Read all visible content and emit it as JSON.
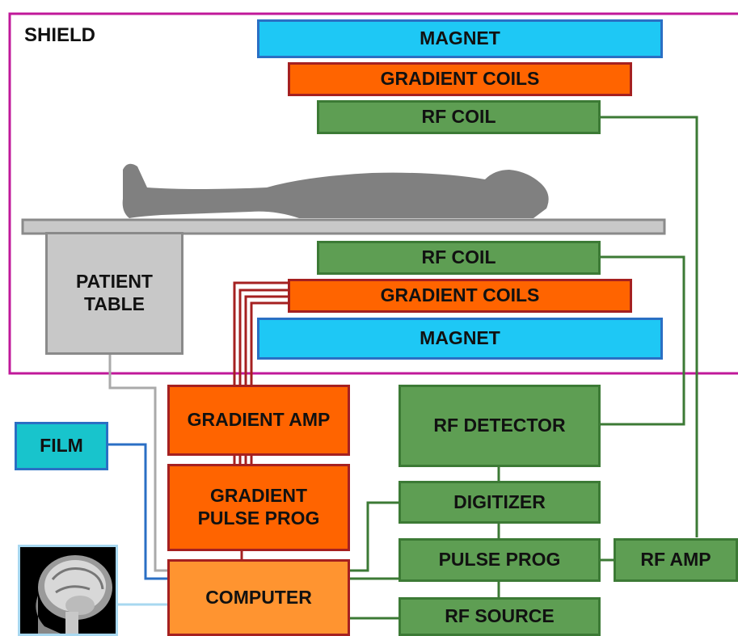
{
  "labels": {
    "shield": "SHIELD",
    "magnet_top": "MAGNET",
    "gradient_coils_top": "GRADIENT COILS",
    "rf_coil_top": "RF COIL",
    "patient_table": "PATIENT TABLE",
    "rf_coil_bottom": "RF COIL",
    "gradient_coils_bottom": "GRADIENT COILS",
    "magnet_bottom": "MAGNET",
    "gradient_amp": "GRADIENT AMP",
    "gradient_pulse_prog": "GRADIENT PULSE PROG",
    "rf_detector": "RF DETECTOR",
    "digitizer": "DIGITIZER",
    "pulse_prog": "PULSE PROG",
    "rf_amp": "RF AMP",
    "computer": "COMPUTER",
    "rf_source": "RF SOURCE",
    "film": "FILM"
  },
  "colors": {
    "shield_border": "#c0189a",
    "magnet": "#1ec8f5",
    "gradient": "#ff6400",
    "gradient_wire": "#a52020",
    "rf": "#5e9e53",
    "rf_wire": "#3c7a35",
    "computer": "#ff9430",
    "table": "#c8c8c8",
    "film": "#18c4cc",
    "film_wire": "#2a6fc4",
    "patient": "#808080"
  },
  "icons": {
    "patient": "patient-silhouette-icon",
    "mri_image": "brain-mri-icon"
  }
}
